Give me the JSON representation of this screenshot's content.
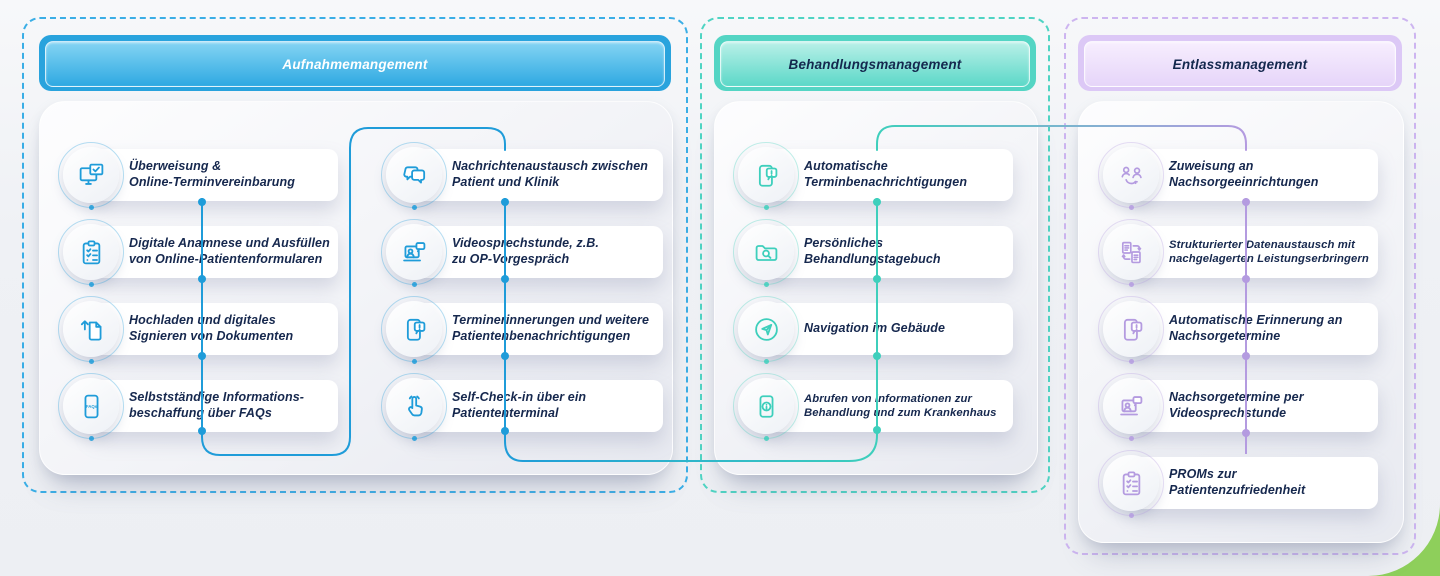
{
  "colors": {
    "aufnahme_blue": "#29a3dd",
    "behandlung_teal": "#54d5c4",
    "entlass_purple": "#dcc8f6",
    "line_blue": "#1f9cd9",
    "line_teal": "#3ecfbc",
    "line_purple": "#b49be0",
    "text_navy": "#16284e",
    "corner_green": "#8ecf5b"
  },
  "groups": [
    {
      "title": "Aufnahmemangement",
      "columns": [
        {
          "items": [
            {
              "label": "Überweisung &\nOnline-Terminvereinbarung",
              "icon": "monitor-calendar-icon"
            },
            {
              "label": "Digitale Anamnese und Ausfüllen\nvon Online-Patientenformularen",
              "icon": "clipboard-checklist-icon"
            },
            {
              "label": "Hochladen und digitales\nSignieren von Dokumenten",
              "icon": "upload-document-icon"
            },
            {
              "label": "Selbstständige Informations-\nbeschaffung über FAQs",
              "icon": "phone-faq-icon"
            }
          ]
        },
        {
          "items": [
            {
              "label": "Nachrichtenaustausch zwischen\nPatient und Klinik",
              "icon": "chat-bubbles-icon"
            },
            {
              "label": "Videosprechstunde, z.B.\nzu OP-Vorgespräch",
              "icon": "video-call-icon"
            },
            {
              "label": "Terminerinnerungen und weitere\nPatientenbenachrichtigungen",
              "icon": "phone-notification-icon"
            },
            {
              "label": "Self-Check-in über ein\nPatiententerminal",
              "icon": "touch-checkin-icon"
            }
          ]
        }
      ]
    },
    {
      "title": "Behandlungsmanagement",
      "columns": [
        {
          "items": [
            {
              "label": "Automatische\nTerminbenachrichtigungen",
              "icon": "phone-notification-icon"
            },
            {
              "label": "Persönliches\nBehandlungstagebuch",
              "icon": "folder-search-icon"
            },
            {
              "label": "Navigation im Gebäude",
              "icon": "navigation-icon"
            },
            {
              "label": "Abrufen von Informationen zur\nBehandlung und zum Krankenhaus",
              "icon": "phone-info-icon"
            }
          ]
        }
      ]
    },
    {
      "title": "Entlassmanagement",
      "columns": [
        {
          "items": [
            {
              "label": "Zuweisung an\nNachsorgeeinrichtungen",
              "icon": "patient-transfer-icon"
            },
            {
              "label": "Strukturierter Datenaustausch mit\nnachgelagerten Leistungserbringern",
              "icon": "documents-exchange-icon"
            },
            {
              "label": "Automatische Erinnerung an\nNachsorgetermine",
              "icon": "phone-notification-icon"
            },
            {
              "label": "Nachsorgetermine per\nVideosprechstunde",
              "icon": "video-call-icon"
            },
            {
              "label": "PROMs zur\nPatientenzufriedenheit",
              "icon": "clipboard-checklist-icon"
            }
          ]
        }
      ]
    }
  ]
}
